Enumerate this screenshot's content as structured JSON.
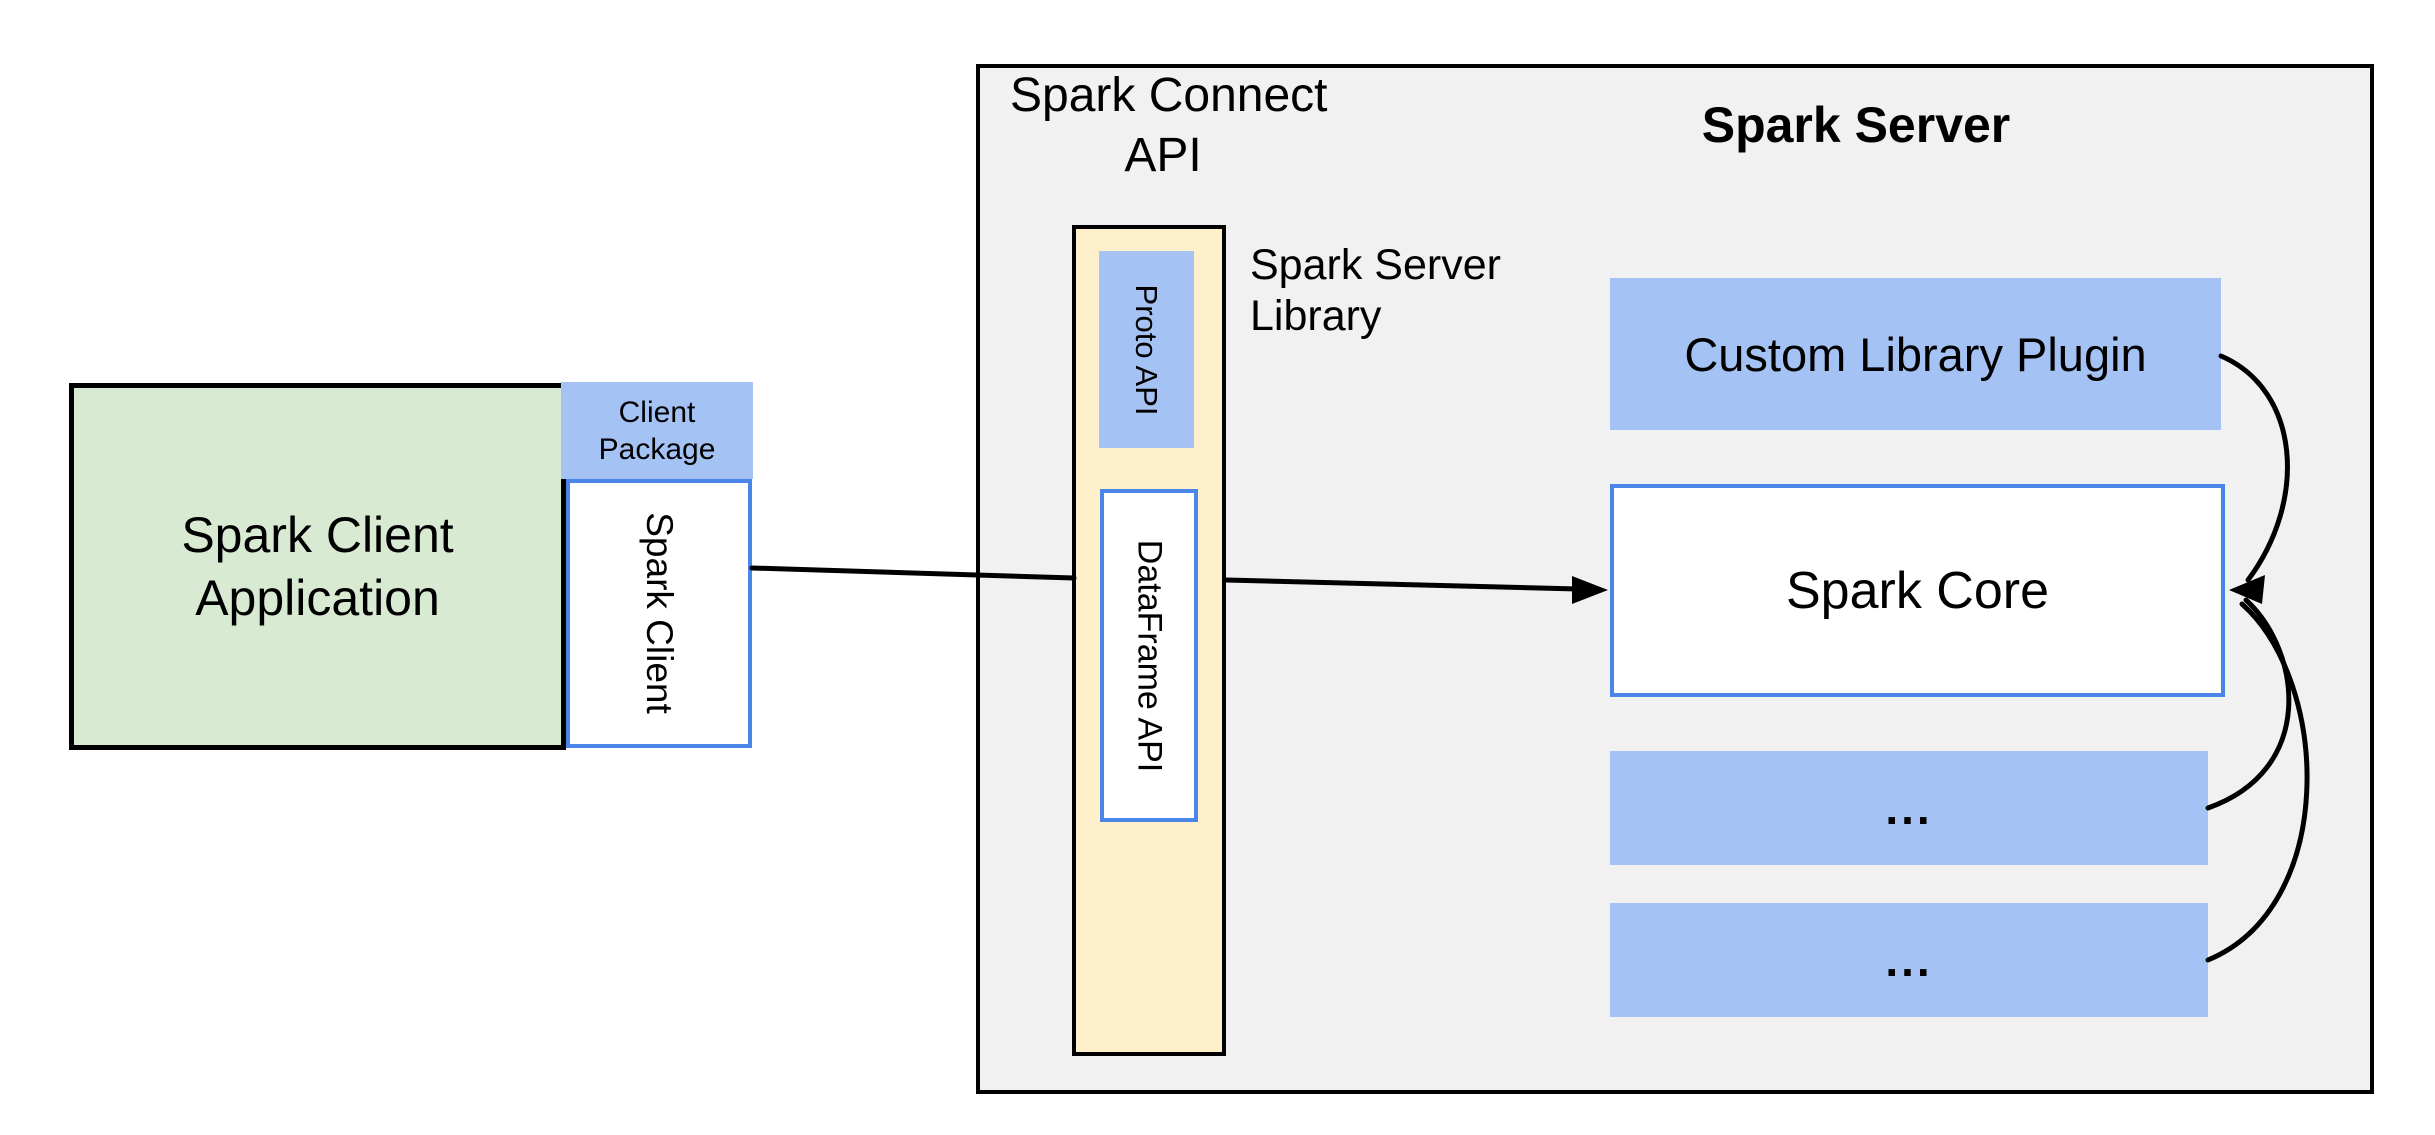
{
  "client_application": {
    "label_line1": "Spark Client",
    "label_line2": "Application",
    "package": {
      "label_line1": "Client",
      "label_line2": "Package",
      "client_label": "Spark Client"
    }
  },
  "spark_connect": {
    "api_label_line1": "Spark Connect",
    "api_label_line2": "API",
    "proto_api_label": "Proto API",
    "dataframe_api_label": "DataFrame API",
    "server_library_label_line1": "Spark Server",
    "server_library_label_line2": "Library"
  },
  "spark_server": {
    "title": "Spark Server",
    "plugin_label": "Custom Library Plugin",
    "core_label": "Spark Core",
    "ellipsis_box_1_label": "...",
    "ellipsis_box_2_label": "..."
  },
  "colors": {
    "blue_fill": "#a4c2f4",
    "blue_border": "#4a86e8",
    "green_fill": "#d9ead3",
    "yellow_fill": "#fdf0cb",
    "gray_fill": "#f1f1f2",
    "line_color": "#000000"
  }
}
